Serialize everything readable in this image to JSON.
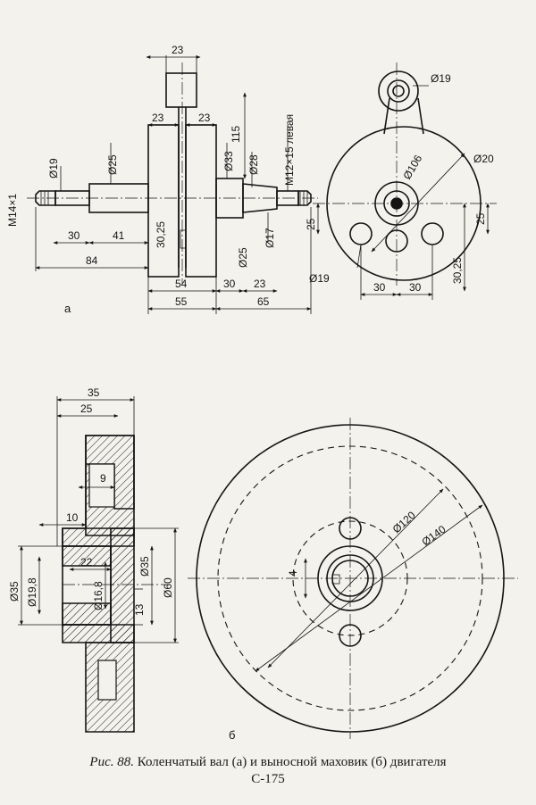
{
  "caption": {
    "figure_no": "Рис. 88.",
    "text": "Коленчатый вал (а) и выносной маховик (б) двигателя",
    "model": "С-175"
  },
  "labels": {
    "view_a": "а",
    "view_b": "б"
  },
  "crankshaft": {
    "dims": {
      "top_23": "23",
      "left_23": "23",
      "right_23": "23",
      "d115": "115",
      "d19": "Ø19",
      "d25": "Ø25",
      "d33": "Ø33",
      "d28": "Ø28",
      "thread_m12": "M12×15 левая",
      "thread_m14": "M14×1",
      "d30_25": "30,25",
      "d25b": "Ø25",
      "d17": "Ø17",
      "l30": "30",
      "l41": "41",
      "l84": "84",
      "l54": "54",
      "l55": "55",
      "l30b": "30",
      "l23b": "23",
      "l65": "65"
    }
  },
  "crank_end": {
    "dims": {
      "d19_top": "Ø19",
      "d106": "Ø106",
      "d20": "Ø20",
      "v25": "25",
      "d19_hole": "Ø19",
      "h30a": "30",
      "h30b": "30",
      "v30_25": "30,25",
      "v25b": "25"
    }
  },
  "flywheel_section": {
    "dims": {
      "w35": "35",
      "w25": "25",
      "w9": "9",
      "w10": "10",
      "w22": "22",
      "d35_left": "Ø35",
      "d19_8": "Ø19,8",
      "d16_8": "Ø16,8",
      "d35_right": "Ø35",
      "d60": "Ø60",
      "h13": "13"
    }
  },
  "flywheel_front": {
    "dims": {
      "d120": "Ø120",
      "d140": "Ø140",
      "w4": "4"
    }
  }
}
